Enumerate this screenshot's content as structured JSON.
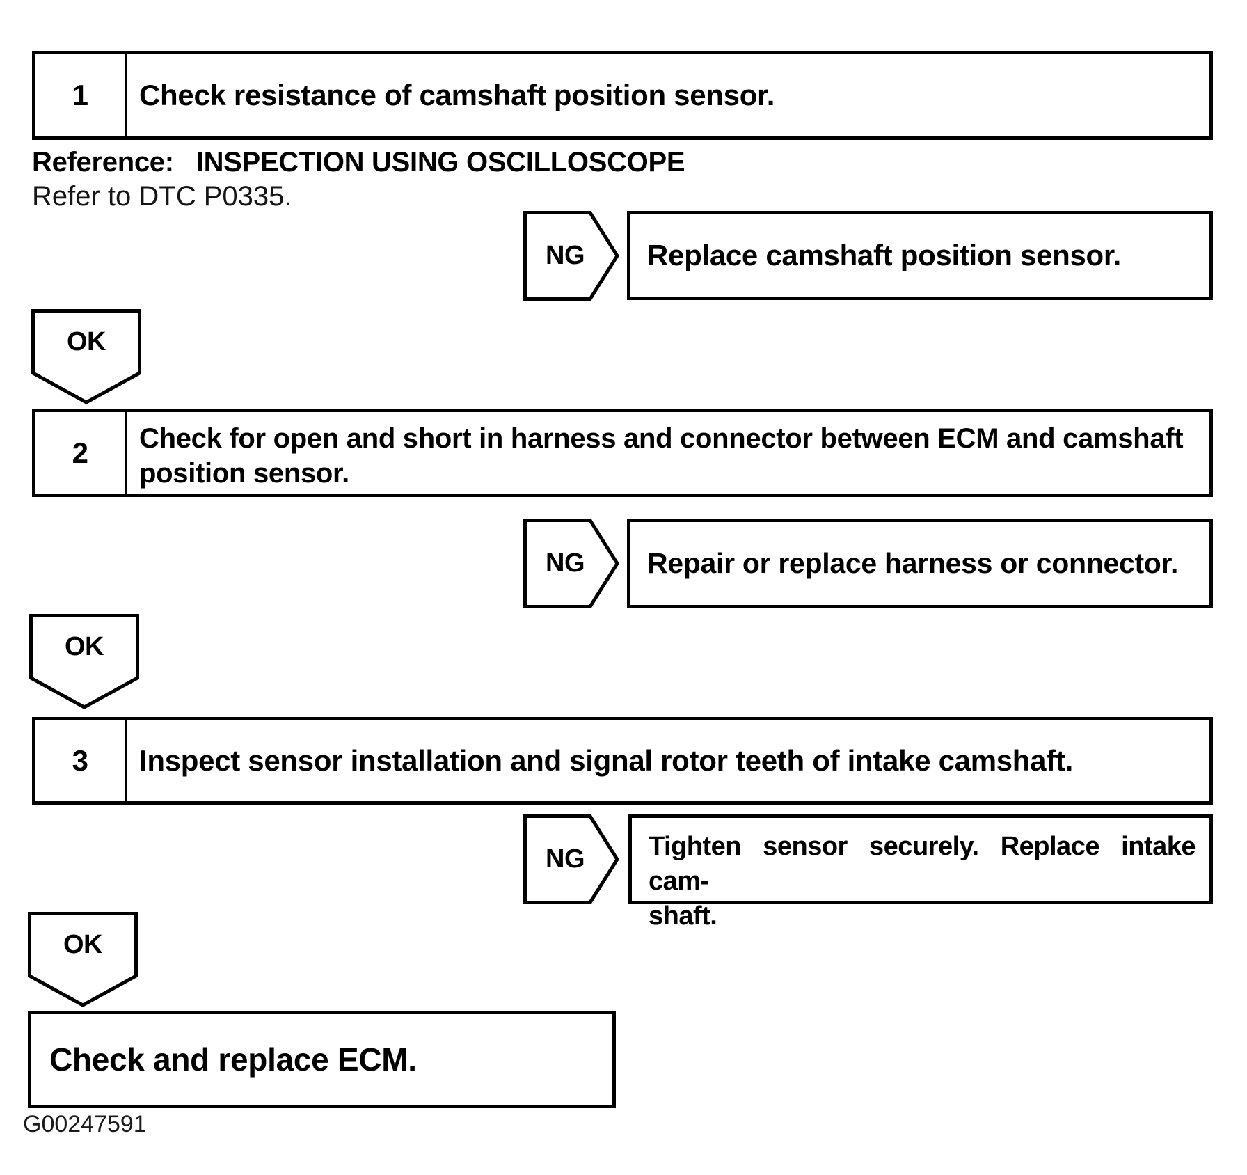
{
  "figure": {
    "id": "G00247591"
  },
  "labels": {
    "ok": "OK",
    "ng": "NG"
  },
  "reference": {
    "label": "Reference:",
    "value": "INSPECTION USING OSCILLOSCOPE",
    "note": "Refer to DTC P0335."
  },
  "steps": [
    {
      "number": "1",
      "title_lines": [
        "Check resistance of camshaft position sensor."
      ],
      "ng_result_lines": [
        "Replace camshaft position sensor."
      ]
    },
    {
      "number": "2",
      "title_lines": [
        "Check for open and short in harness and connector between ECM and camshaft",
        "position sensor."
      ],
      "ng_result_lines": [
        "Repair or replace harness or connector."
      ]
    },
    {
      "number": "3",
      "title_lines": [
        "Inspect sensor installation and signal rotor teeth of intake camshaft."
      ],
      "ng_result_lines": [
        "Tighten sensor securely. Replace intake cam-",
        "shaft."
      ]
    }
  ],
  "final_action": {
    "text": "Check and replace ECM."
  },
  "colors": {
    "ink": "#000000",
    "paper": "#ffffff"
  }
}
